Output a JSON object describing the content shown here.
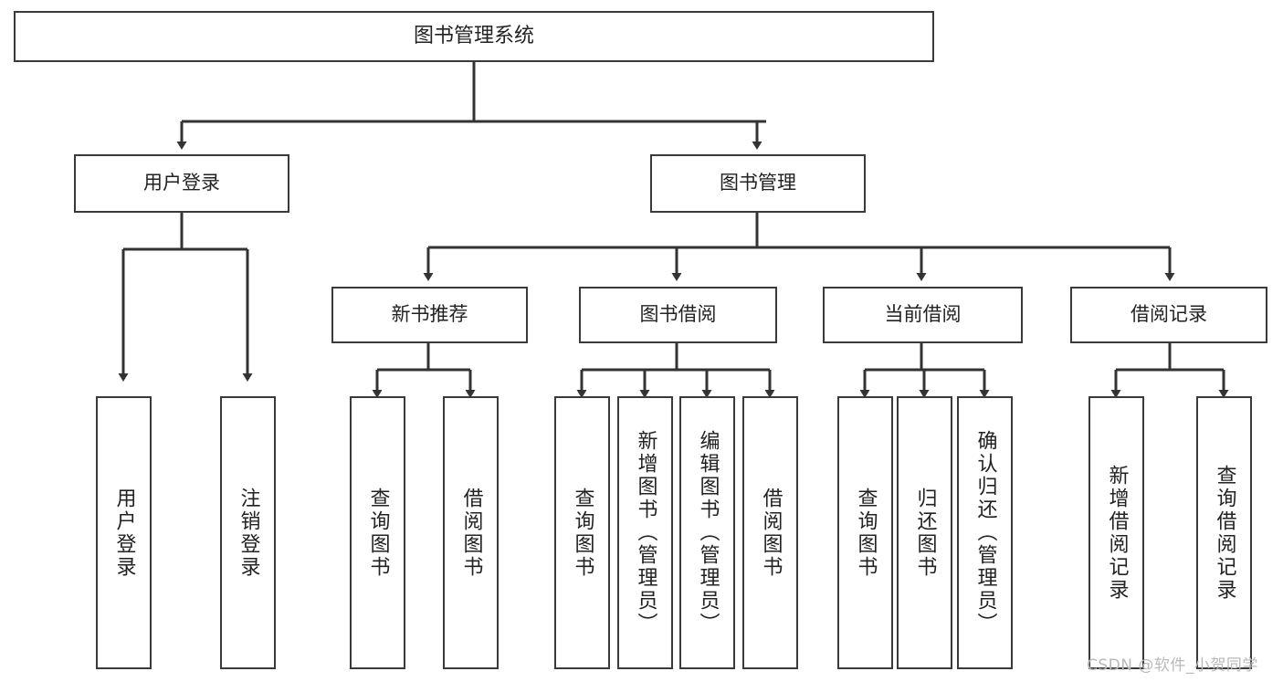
{
  "diagram": {
    "title": "图书管理系统",
    "type": "hierarchy-tree",
    "root": {
      "label": "图书管理系统"
    },
    "level2": [
      {
        "label": "用户登录"
      },
      {
        "label": "图书管理"
      }
    ],
    "level3": [
      {
        "label": "新书推荐"
      },
      {
        "label": "图书借阅"
      },
      {
        "label": "当前借阅"
      },
      {
        "label": "借阅记录"
      }
    ],
    "leaves": {
      "user_login": [
        {
          "label": "用户登录"
        },
        {
          "label": "注销登录"
        }
      ],
      "new_book_recommend": [
        {
          "label": "查询图书"
        },
        {
          "label": "借阅图书"
        }
      ],
      "book_borrow": [
        {
          "label": "查询图书"
        },
        {
          "label": "新增图书（管理员）"
        },
        {
          "label": "编辑图书（管理员）"
        },
        {
          "label": "借阅图书"
        }
      ],
      "current_borrow": [
        {
          "label": "查询图书"
        },
        {
          "label": "归还图书"
        },
        {
          "label": "确认归还（管理员）"
        }
      ],
      "borrow_record": [
        {
          "label": "新增借阅记录"
        },
        {
          "label": "查询借阅记录"
        }
      ]
    }
  },
  "watermark": {
    "text": "CSDN @软件_小贺同学"
  },
  "colors": {
    "box_border": "#3a3a3a",
    "box_fill": "#ffffff",
    "text": "#222222",
    "connector": "#333333",
    "watermark": "#b9b9b9"
  }
}
